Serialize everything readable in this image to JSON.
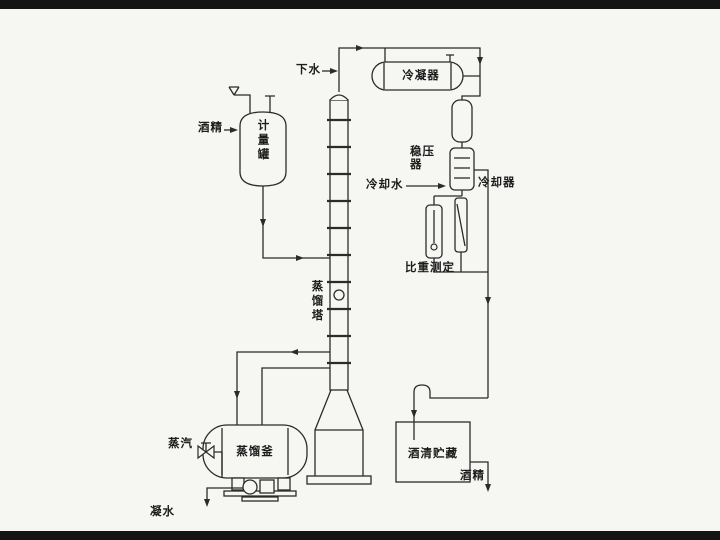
{
  "diagram": {
    "type": "process-flow-diagram",
    "subject": "alcohol distillation system",
    "labels": {
      "drain_water": "下水",
      "condenser": "冷凝器",
      "pressure_stabilizer": "稳压器",
      "cooling_water": "冷却水",
      "cooler": "冷却器",
      "specific_gravity_measure": "比重测定",
      "alcohol_feed": "酒精",
      "metering_tank": "计量罐",
      "distillation_column": "蒸馏塔",
      "distillation_kettle": "蒸馏釜",
      "steam": "蒸汽",
      "condensate": "凝水",
      "alcohol_storage": "酒清贮藏",
      "alcohol_out": "酒精"
    },
    "colors": {
      "line": "#2b2b2b",
      "paper": "#f6f6f3",
      "scan_bar": "#141414"
    }
  }
}
